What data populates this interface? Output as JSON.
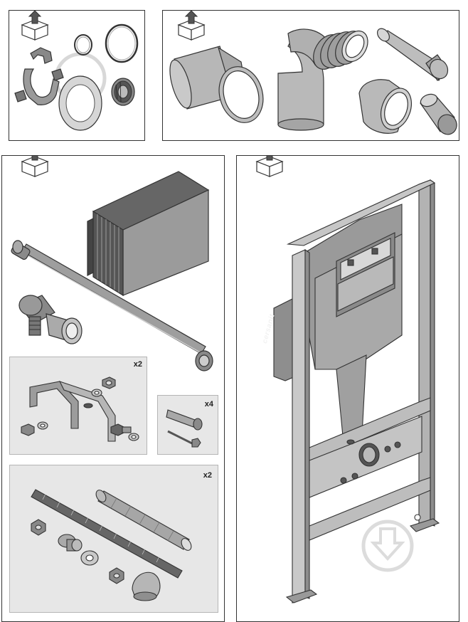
{
  "kits": [
    {
      "id": "adapter-seals"
    },
    {
      "id": "drain-pipes"
    },
    {
      "id": "supply-and-fixings"
    },
    {
      "id": "frame"
    }
  ],
  "fixings": {
    "brackets_qty": "x2",
    "anchors_qty": "x4",
    "rods_qty": "x2"
  },
  "frame": {
    "brand": "cersanit"
  },
  "icons": {
    "kit_icon": "box-arrow-up-icon",
    "watermark_icon": "download-arrow-icon"
  }
}
